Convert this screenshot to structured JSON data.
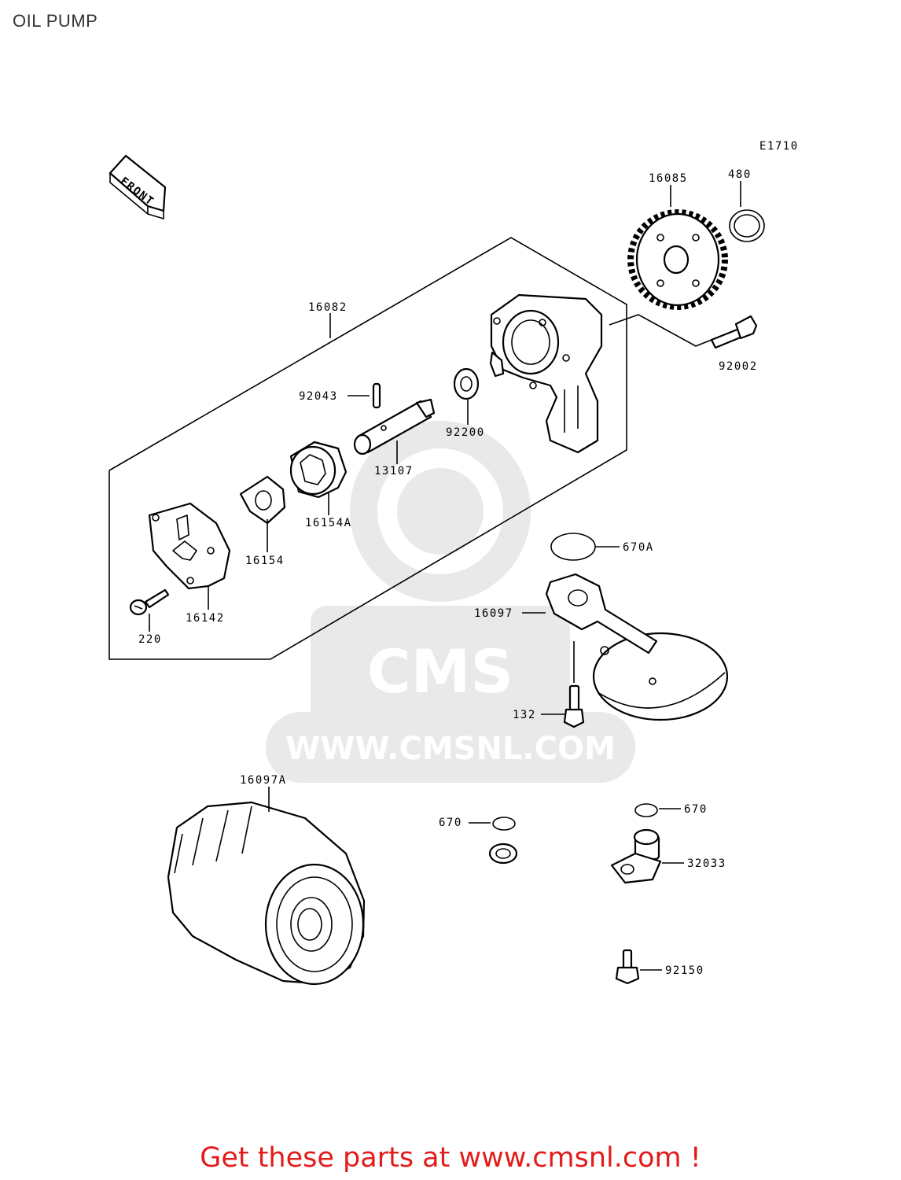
{
  "header": {
    "title": "OIL PUMP"
  },
  "diagram": {
    "code": "E1710",
    "front_label": "FRONT",
    "parts": {
      "p16085": "16085",
      "p480": "480",
      "p16082": "16082",
      "p92002": "92002",
      "p92043": "92043",
      "p92200": "92200",
      "p13107": "13107",
      "p16154A": "16154A",
      "p16154": "16154",
      "p16142": "16142",
      "p220": "220",
      "p670A": "670A",
      "p16097": "16097",
      "p132": "132",
      "p16097A": "16097A",
      "p670_left": "670",
      "p670_right": "670",
      "p32033": "32033",
      "p92150": "92150"
    }
  },
  "watermark": {
    "brand": "CMS",
    "url": "WWW.CMSNL.COM"
  },
  "footer": {
    "link_text": "Get these parts at www.cmsnl.com !"
  },
  "colors": {
    "footer_text": "#e31b1b",
    "watermark": "#e9e9e9",
    "line": "#000000"
  }
}
